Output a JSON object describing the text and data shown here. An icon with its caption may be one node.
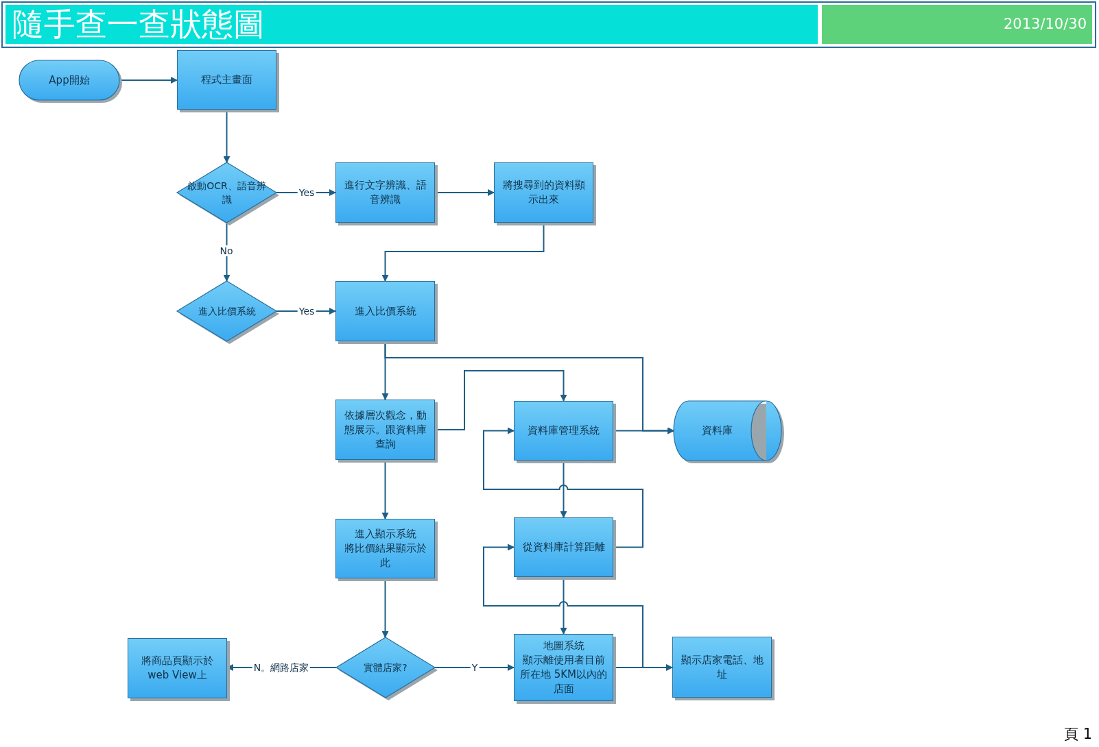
{
  "diagram": {
    "title": "隨手查一查狀態圖",
    "nodes": [
      {
        "text": [
          "App開始"
        ]
      },
      {
        "text": [
          "程式主畫面"
        ]
      },
      {
        "text": [
          "啟動OCR、語音辨識"
        ]
      },
      {
        "text": [
          "進行文字辨識、語音辨識"
        ]
      },
      {
        "text": [
          "將搜尋到的資料顯示出來"
        ]
      },
      {
        "text": [
          "進入比價系統"
        ]
      },
      {
        "text": [
          "進入比價系統"
        ]
      },
      {
        "text": [
          "依據層次觀念，動態展示。跟資料庫查詢"
        ]
      },
      {
        "text": [
          "資料庫管理系統"
        ]
      },
      {
        "text": [
          "資料庫"
        ]
      },
      {
        "text": [
          "進入顯示系統",
          "將比價結果顯示於此"
        ]
      },
      {
        "text": [
          "從資料庫計算距離"
        ]
      },
      {
        "text": [
          "實體店家?"
        ]
      },
      {
        "text": [
          "地圖系統",
          "顯示離使用者目前所在地 5KM以內的店面"
        ]
      },
      {
        "text": [
          "將商品頁顯示於 web View上"
        ]
      },
      {
        "text": [
          "顯示店家電話、地址"
        ]
      }
    ],
    "edges": [
      {
        "from": 0,
        "to": 1,
        "arrow": "to"
      },
      {
        "from": 1,
        "to": 2,
        "arrow": "to"
      },
      {
        "from": 2,
        "to": 3,
        "arrow": "to",
        "label": "Yes"
      },
      {
        "from": 3,
        "to": 4,
        "arrow": "to"
      },
      {
        "from": 4,
        "to": 6,
        "arrow": "to"
      },
      {
        "from": 2,
        "to": 5,
        "arrow": "to",
        "label": "No"
      },
      {
        "from": 5,
        "to": 6,
        "arrow": "to",
        "label": "Yes"
      },
      {
        "from": 6,
        "to": 7,
        "arrow": "to"
      },
      {
        "from": 6,
        "to": 9,
        "arrow": "to"
      },
      {
        "from": 7,
        "to": 8,
        "arrow": "to"
      },
      {
        "from": 8,
        "to": 9,
        "arrow": "to"
      },
      {
        "from": 7,
        "to": 10,
        "arrow": "to"
      },
      {
        "from": 8,
        "to": 11,
        "arrow": "to"
      },
      {
        "from": 11,
        "to": 8,
        "arrow": "to"
      },
      {
        "from": 11,
        "to": 13,
        "arrow": "to"
      },
      {
        "from": 13,
        "to": 11,
        "arrow": "to"
      },
      {
        "from": 13,
        "to": 15,
        "arrow": "to"
      },
      {
        "from": 10,
        "to": 12,
        "arrow": "to"
      },
      {
        "from": 12,
        "to": 14,
        "arrow": "to",
        "label": "N。網路店家"
      },
      {
        "from": 12,
        "to": 13,
        "arrow": "to",
        "label": "Y"
      }
    ],
    "labels": [
      "2013/10/30",
      "頁 1"
    ]
  }
}
